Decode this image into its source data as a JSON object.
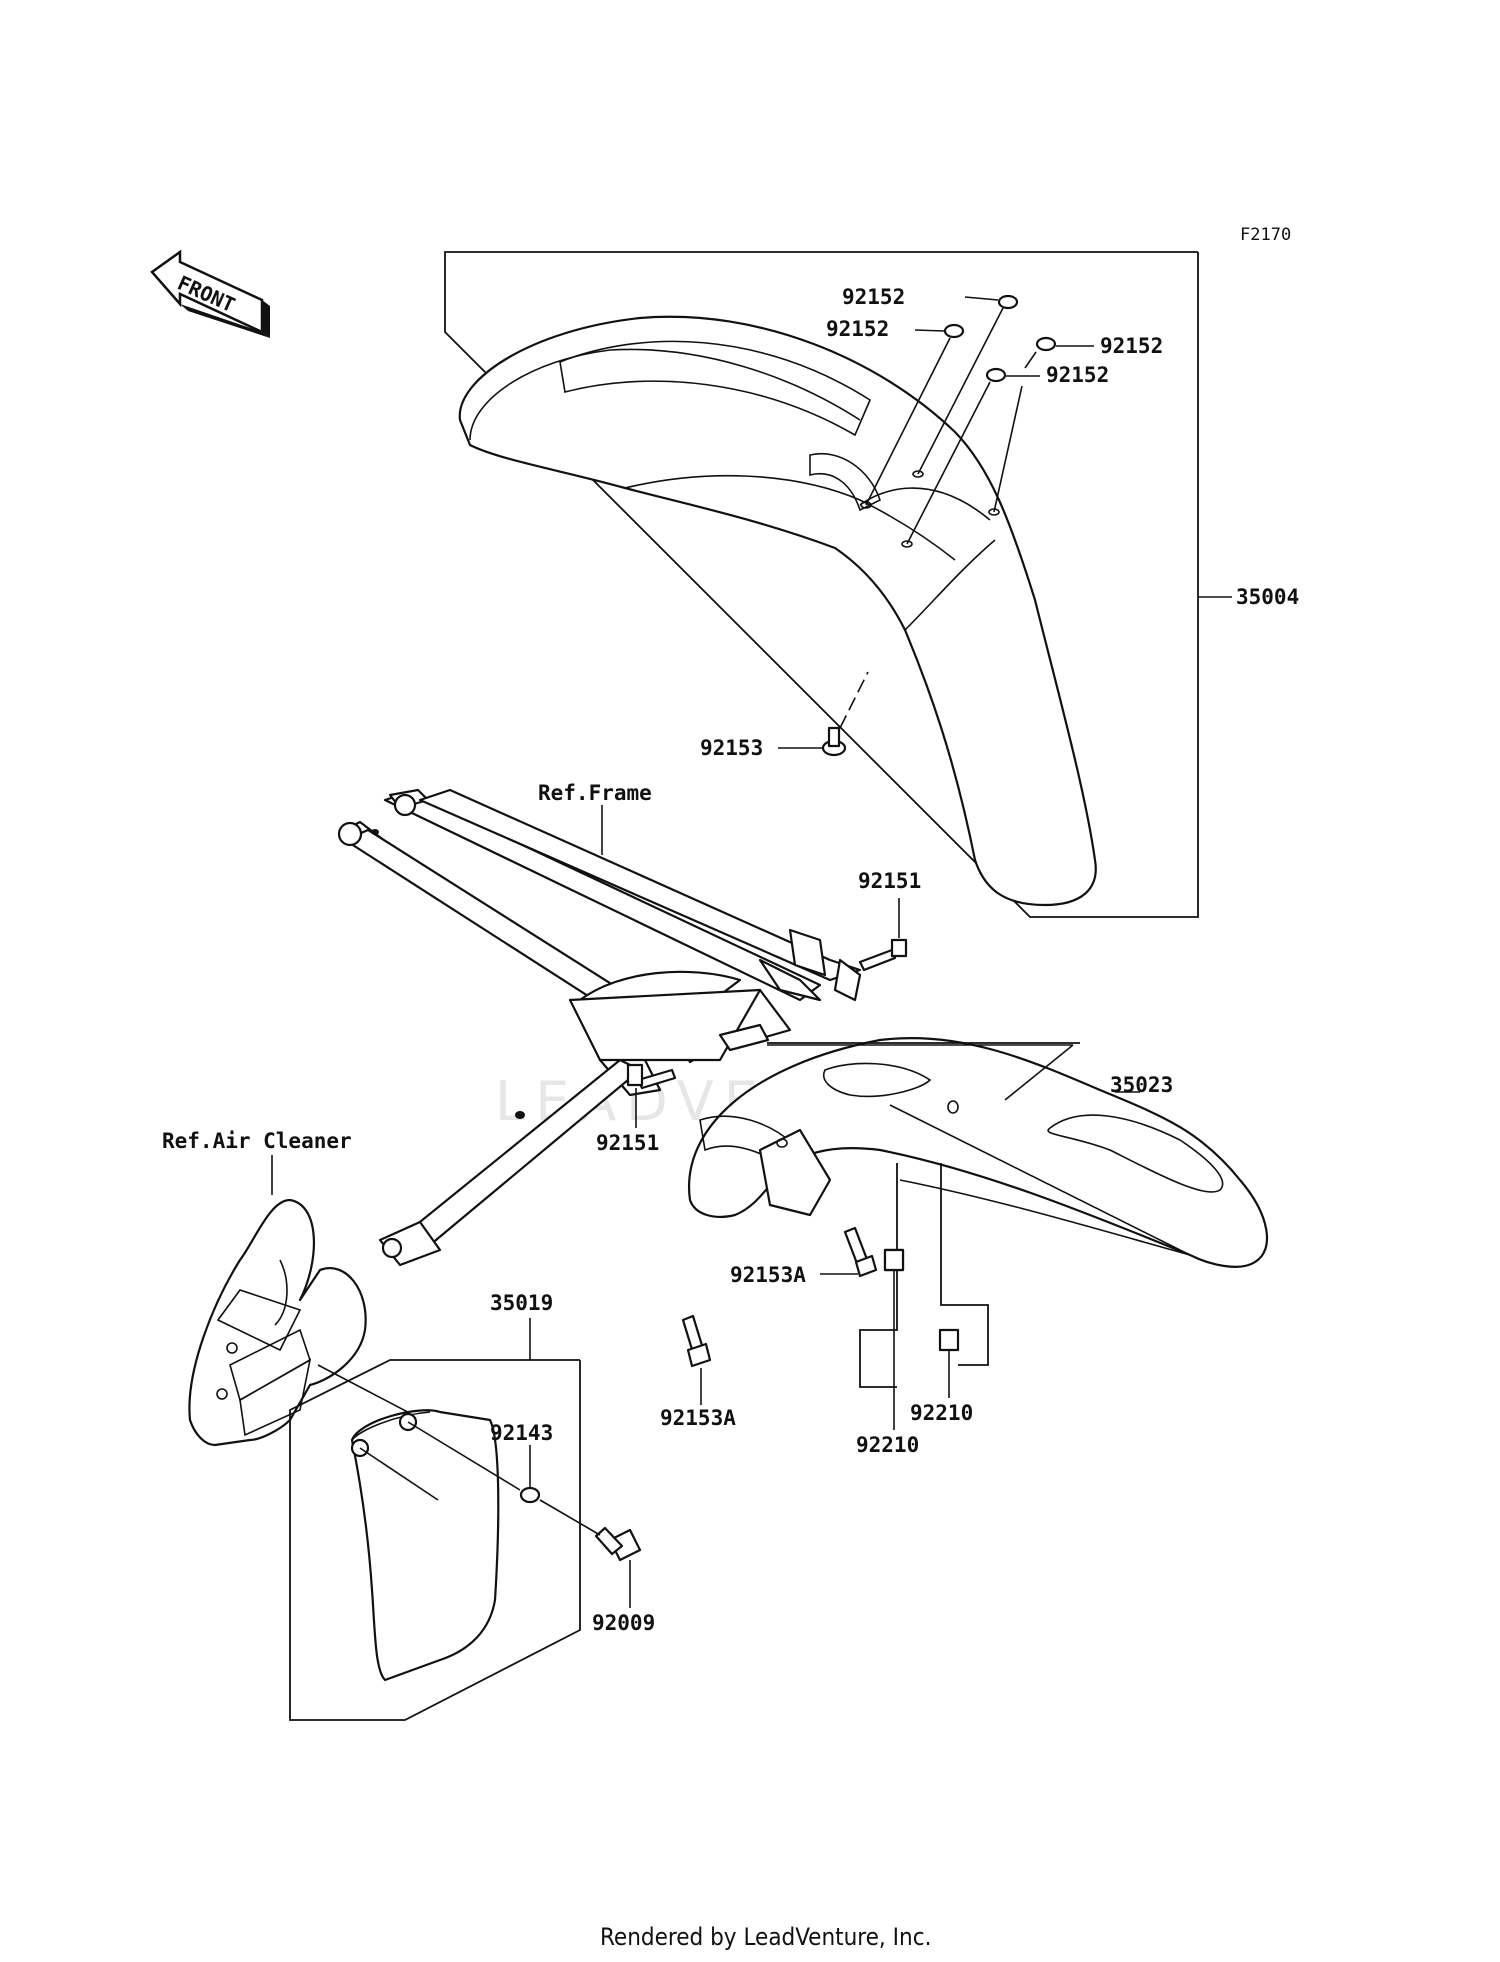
{
  "diagram_code": "F2170",
  "front_marker": "FRONT",
  "watermark": "LEADVENTURE",
  "footer": "Rendered by LeadVenture, Inc.",
  "references": {
    "frame": "Ref.Frame",
    "air_cleaner": "Ref.Air Cleaner"
  },
  "parts": {
    "front_fender": "35004",
    "rear_fender": "35023",
    "mud_flap": "35019",
    "washer_a": "92152",
    "washer_b": "92152",
    "washer_c": "92152",
    "washer_d": "92152",
    "front_bolt": "92153",
    "frame_bolt_upper": "92151",
    "frame_bolt_lower": "92151",
    "rear_bolt_upper": "92153A",
    "rear_bolt_lower": "92153A",
    "nut_right": "92210",
    "nut_left": "92210",
    "collar": "92143",
    "screw": "92009"
  }
}
